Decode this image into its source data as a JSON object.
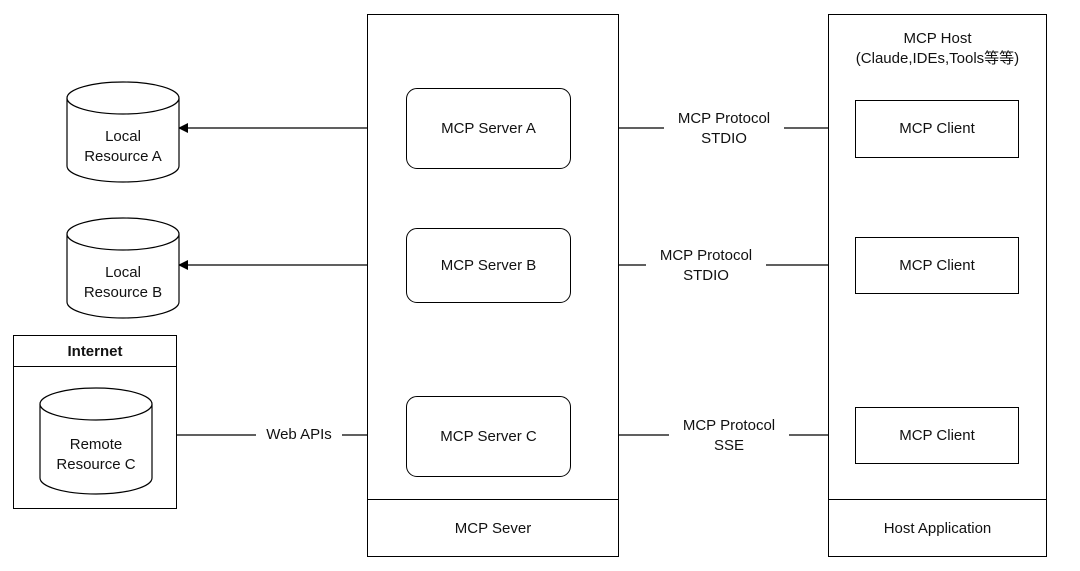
{
  "diagram": {
    "resources": [
      {
        "line1": "Local",
        "line2": "Resource A"
      },
      {
        "line1": "Local",
        "line2": "Resource B"
      },
      {
        "line1": "Remote",
        "line2": "Resource C"
      }
    ],
    "internet_label": "Internet",
    "servers": [
      "MCP Server A",
      "MCP Server B",
      "MCP Server C"
    ],
    "server_container_label": "MCP Sever",
    "host": {
      "line1": "MCP Host",
      "line2": "(Claude,IDEs,Tools等等)",
      "footer": "Host Application"
    },
    "clients": [
      "MCP Client",
      "MCP Client",
      "MCP Client"
    ],
    "protocols": [
      {
        "line1": "MCP Protocol",
        "line2": "STDIO"
      },
      {
        "line1": "MCP Protocol",
        "line2": "STDIO"
      },
      {
        "line1": "MCP Protocol",
        "line2": "SSE"
      }
    ],
    "web_apis_label": "Web APIs"
  }
}
